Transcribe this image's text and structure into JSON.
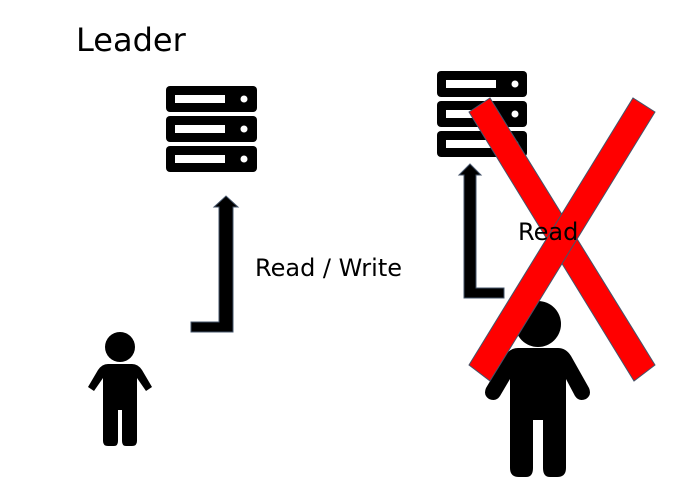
{
  "labels": {
    "leader": "Leader",
    "read_write": "Read / Write",
    "read": "Read"
  },
  "nodes": [
    {
      "role": "leader",
      "icon": "server-icon",
      "state": "active"
    },
    {
      "role": "follower",
      "icon": "server-icon",
      "state": "rejected"
    }
  ],
  "clients": [
    {
      "icon": "person-icon",
      "target": "leader",
      "access": "read_write"
    },
    {
      "icon": "person-icon",
      "target": "follower",
      "access": "read",
      "blocked": true
    }
  ],
  "colors": {
    "foreground": "#000000",
    "cross_fill": "#ff0000",
    "cross_stroke": "#44546a",
    "arrow_stroke": "#44546a",
    "background": "#ffffff"
  }
}
